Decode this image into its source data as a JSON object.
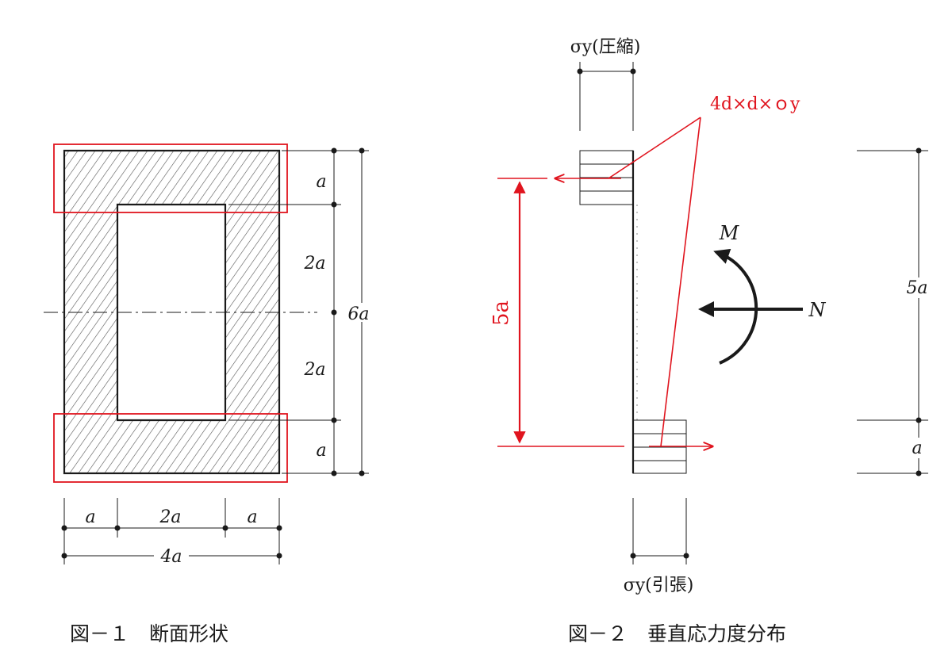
{
  "fig1": {
    "caption": "図－１　断面形状",
    "dim_a_top": "a",
    "dim_2a_upper": "2a",
    "dim_2a_lower": "2a",
    "dim_a_bottom": "a",
    "dim_6a": "6a",
    "dim_bottom_a_left": "a",
    "dim_bottom_2a": "2a",
    "dim_bottom_a_right": "a",
    "dim_4a": "4a"
  },
  "fig2": {
    "caption": "図－２　垂直応力度分布",
    "sigma_compression": "σy(圧縮)",
    "sigma_tension": "σy(引張)",
    "moment_label": "M",
    "axial_label": "N",
    "dim_5a_right": "5a",
    "dim_a_right": "a",
    "annotation_force": "4d×d×ｏy",
    "annotation_lever": "5a"
  },
  "colors": {
    "annotation": "#e0141e",
    "line": "#1a1a1a",
    "hatch": "#555555"
  }
}
